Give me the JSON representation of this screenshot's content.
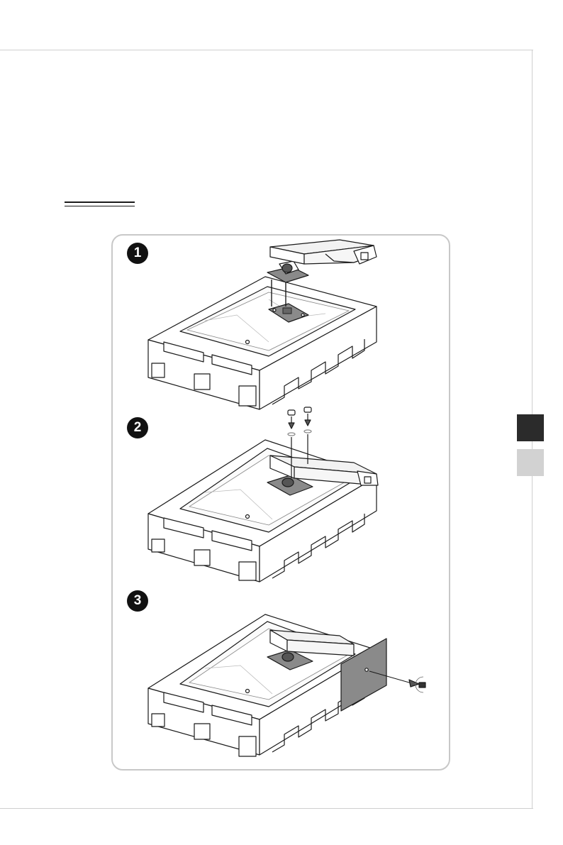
{
  "steps": [
    {
      "number": "1"
    },
    {
      "number": "2"
    },
    {
      "number": "3"
    }
  ],
  "colors": {
    "frame_line": "#cfcfcf",
    "panel_border": "#c8c8c8",
    "step_badge": "#111111",
    "tab_active": "#2b2b2b",
    "tab_inactive": "#d2d2d2",
    "metal_gray": "#8a8a8a",
    "stand_gray": "#f2f2f2"
  }
}
